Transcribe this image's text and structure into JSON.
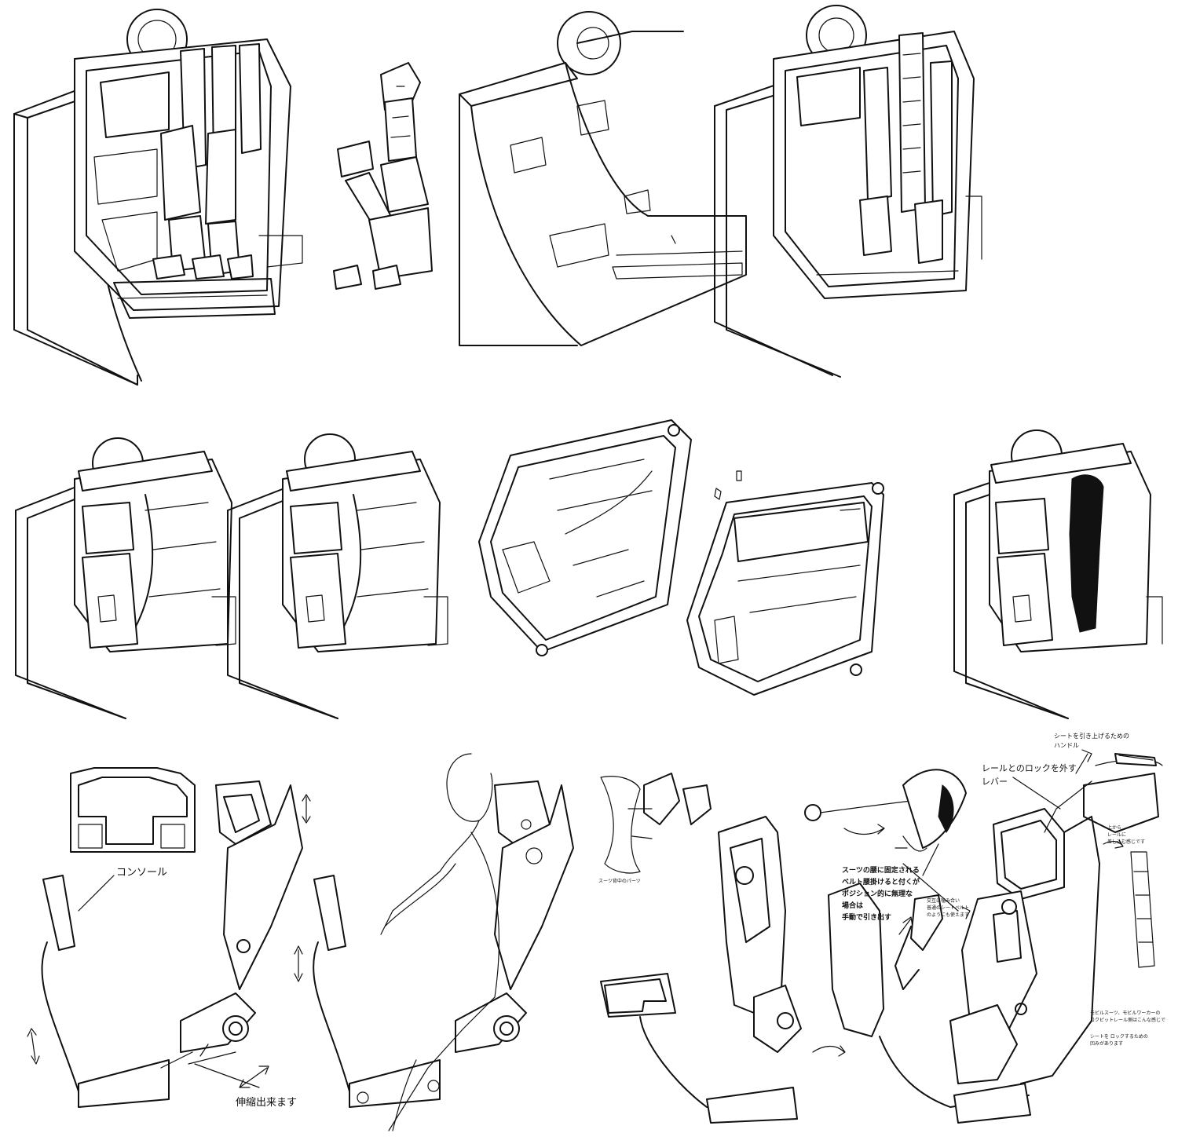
{
  "labels": {
    "console": "コンソール",
    "extendable": "伸縮出来ます",
    "handle": "シートを引き上げるための\nハンドル",
    "rail_lever": "レールとのロックを外す\nレバー",
    "up_rail": "上から\nレールに\n差し込む感じです",
    "suit_waist": "スーツの腰に固定される\nベルト腰掛けると付くが\nポジション的に無理な\n場合は\n手動で引き出す",
    "cross_belt": "交互に噛み合い\n普通のシートベルト\nのようにも使えます",
    "suit_back": "スーツ背中のパーツ",
    "mobile_suit_note": "モビルスーツ、モビルワーカーの\nコクピットレール側はこんな感じで",
    "lock_note": "シートを ロックするための\n凹みがあります"
  },
  "icons": [
    "double-arrow-icon",
    "curved-arrow-icon",
    "wheel-icon"
  ]
}
